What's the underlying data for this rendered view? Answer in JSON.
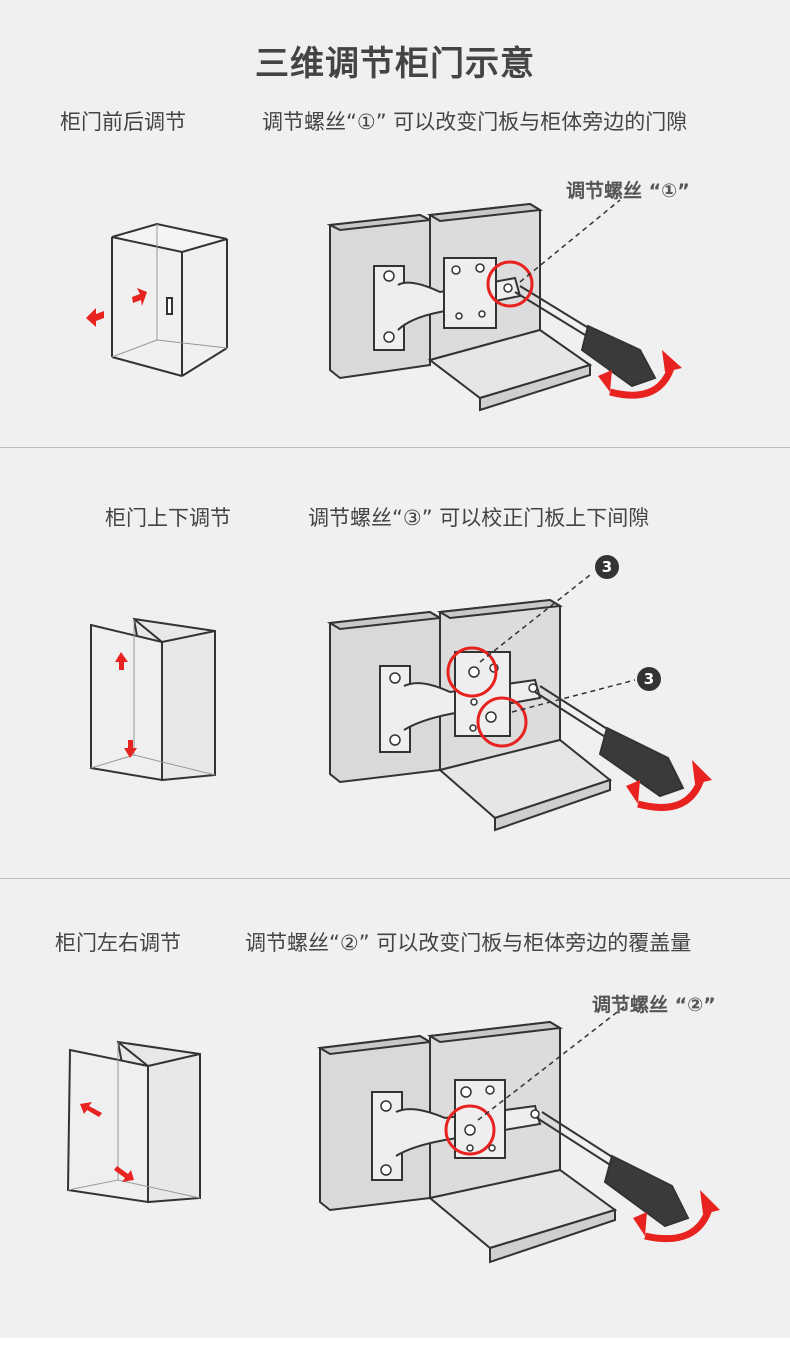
{
  "title": "三维调节柜门示意",
  "colors": {
    "accent": "#e8231f",
    "line": "#333333",
    "panel": "#d9d9d9",
    "background": "#f0f0f0"
  },
  "sections": [
    {
      "label": "柜门前后调节",
      "description": "调节螺丝“①” 可以改变门板与柜体旁边的门隙",
      "callout": "调节螺丝 “①”"
    },
    {
      "label": "柜门上下调节",
      "description": "调节螺丝“③” 可以校正门板上下间隙",
      "badge_top": "3",
      "badge_bottom": "3"
    },
    {
      "label": "柜门左右调节",
      "description": "调节螺丝“②” 可以改变门板与柜体旁边的覆盖量",
      "callout": "调节螺丝 “②”"
    }
  ]
}
